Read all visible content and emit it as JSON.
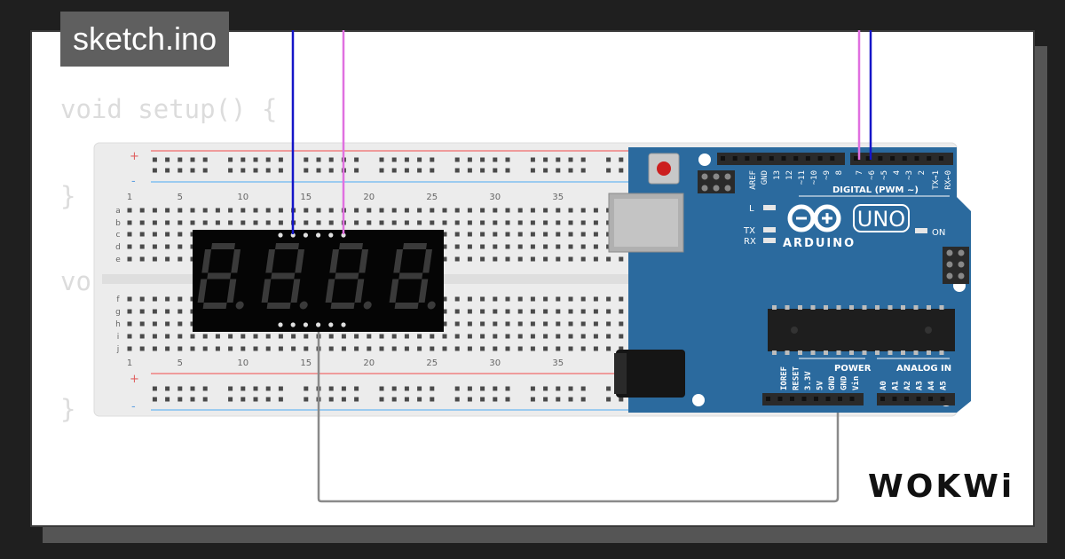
{
  "tab": {
    "filename": "sketch.ino"
  },
  "code": {
    "line1": "void setup() {",
    "line2": "}",
    "line3": "vo",
    "line4": "}"
  },
  "breadboard": {
    "rails_plus": "+",
    "rails_minus": "-",
    "column_numbers": [
      "1",
      "5",
      "10",
      "15",
      "20",
      "25",
      "30",
      "35"
    ],
    "rows_top": [
      "a",
      "b",
      "c",
      "d",
      "e"
    ],
    "rows_bottom": [
      "f",
      "g",
      "h",
      "i",
      "j"
    ]
  },
  "display": {
    "digits": "8.8.8.8."
  },
  "arduino": {
    "brand_text": "ARDUINO",
    "model": "UNO",
    "led_l": "L",
    "led_tx": "TX",
    "led_rx": "RX",
    "led_on": "ON",
    "digital_label": "DIGITAL (PWM ~)",
    "top_pins": [
      "AREF",
      "GND",
      "13",
      "12",
      "~11",
      "~10",
      "~9",
      "8",
      "7",
      "~6",
      "~5",
      "4",
      "~3",
      "2",
      "TX→1",
      "RX←0"
    ],
    "power_label": "POWER",
    "analog_label": "ANALOG IN",
    "power_pins": [
      "IOREF",
      "RESET",
      "3.3V",
      "5V",
      "GND",
      "GND",
      "Vin"
    ],
    "analog_pins": [
      "A0",
      "A1",
      "A2",
      "A3",
      "A4",
      "A5"
    ]
  },
  "brand": {
    "text": "WOKWi"
  },
  "colors": {
    "board_blue": "#2b6a9e",
    "wire_blue": "#1515c8",
    "wire_pink": "#e070e0",
    "wire_gray": "#8a8a8a",
    "rail_red": "#f08080",
    "rail_blue": "#80c0f0"
  }
}
